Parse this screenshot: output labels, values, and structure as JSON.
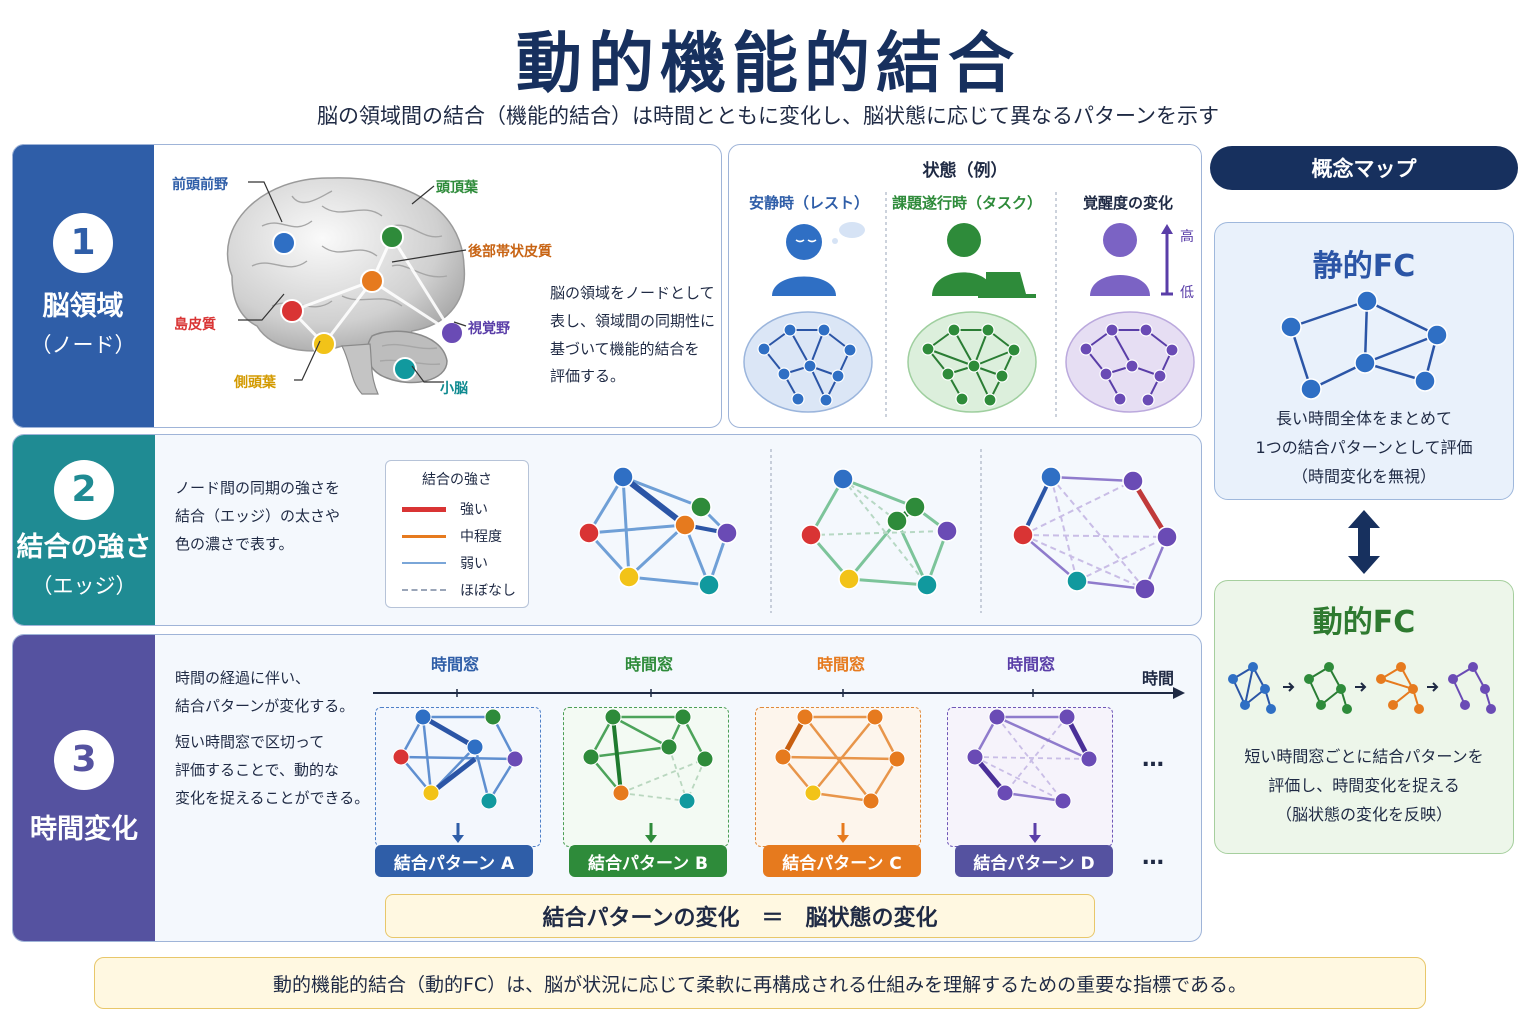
{
  "header": {
    "title": "動的機能的結合",
    "subtitle": "脳の領域間の結合（機能的結合）は時間とともに変化し、脳状態に応じて異なるパターンを示す"
  },
  "section1": {
    "number": "1",
    "title": "脳領域",
    "sub": "（ノード）",
    "color": "#2f5ea8",
    "regions": {
      "prefrontal": "前頭前野",
      "parietal": "頭頂葉",
      "cingulate": "後部帯状皮質",
      "insula": "島皮質",
      "visual": "視覚野",
      "temporal": "側頭葉",
      "cerebellum": "小脳"
    },
    "desc": [
      "脳の領域をノードとして",
      "表し、領域間の同期性に",
      "基づいて機能的結合を",
      "評価する。"
    ],
    "states_title": "状態（例）",
    "states": {
      "rest": "安静時（レスト）",
      "task": "課題遂行時（タスク）",
      "arousal": "覚醒度の変化"
    },
    "arousal_high": "高",
    "arousal_low": "低"
  },
  "section2": {
    "number": "2",
    "title": "結合の強さ",
    "sub": "（エッジ）",
    "color": "#1f8b93",
    "desc": [
      "ノード間の同期の強さを",
      "結合（エッジ）の太さや",
      "色の濃さで表す。"
    ],
    "legend_title": "結合の強さ",
    "legend": [
      "強い",
      "中程度",
      "弱い",
      "ほぼなし"
    ]
  },
  "section3": {
    "number": "3",
    "title": "時間変化",
    "color": "#5552a0",
    "desc1": [
      "時間の経過に伴い、",
      "結合パターンが変化する。"
    ],
    "desc2": [
      "短い時間窓で区切って",
      "評価することで、動的な",
      "変化を捉えることができる。"
    ],
    "window_label": "時間窓",
    "time_label": "時間",
    "patterns": [
      "結合パターン A",
      "結合パターン B",
      "結合パターン C",
      "結合パターン D"
    ],
    "ellipsis": "…",
    "equation": "結合パターンの変化　＝　脳状態の変化"
  },
  "concept": {
    "header": "概念マップ",
    "static_title": "静的FC",
    "static_desc": [
      "長い時間全体をまとめて",
      "1つの結合パターンとして評価",
      "（時間変化を無視）"
    ],
    "dynamic_title": "動的FC",
    "dynamic_desc": [
      "短い時間窓ごとに結合パターンを",
      "評価し、時間変化を捉える",
      "（脳状態の変化を反映）"
    ]
  },
  "footer": "動的機能的結合（動的FC）は、脳が状況に応じて柔軟に再構成される仕組みを理解するための重要な指標である。",
  "colors": {
    "blue": "#2f6fc4",
    "green": "#2e8b3a",
    "orange": "#e67a1e",
    "purple": "#6a4bb5",
    "red": "#d93434",
    "yellow": "#f2c318",
    "teal": "#11999e",
    "navy": "#17305e"
  }
}
